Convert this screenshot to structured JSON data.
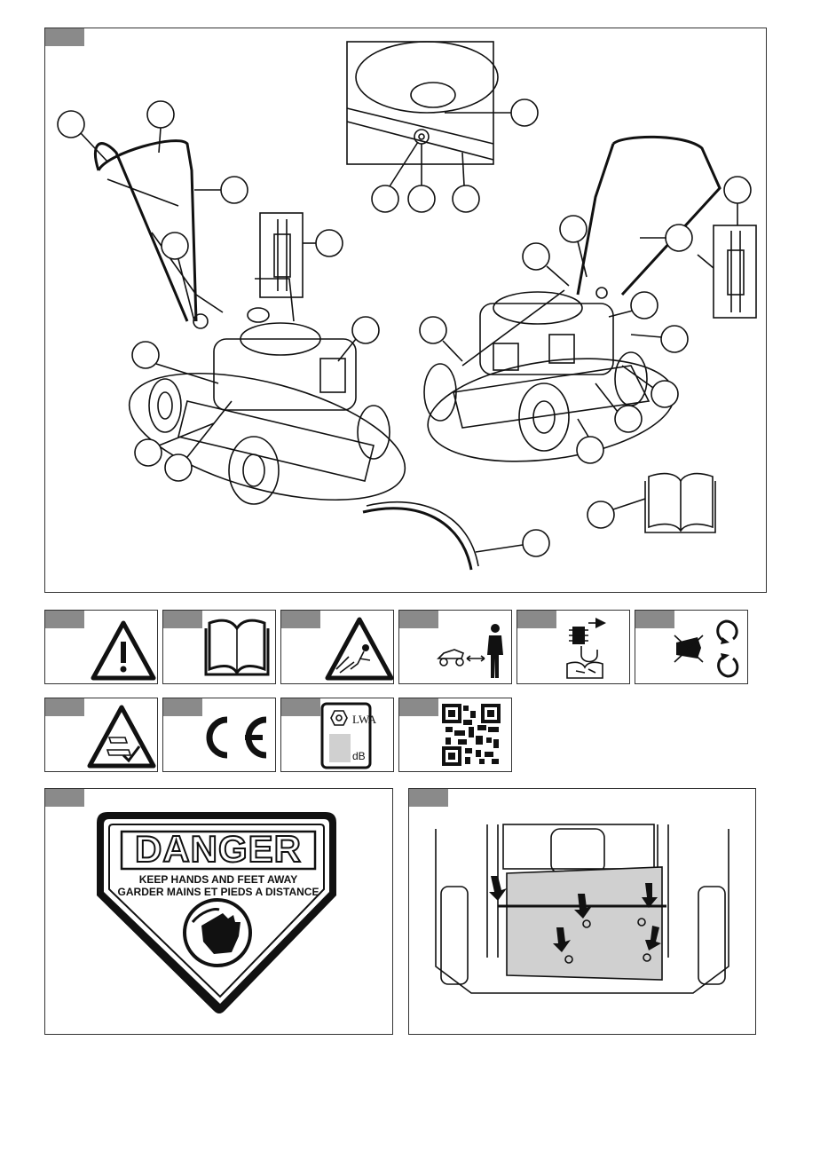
{
  "sign": {
    "title": "DANGER",
    "line1": "KEEP HANDS AND FEET AWAY",
    "line2": "GARDER MAINS ET PIEDS A DISTANCE"
  },
  "noise_label": {
    "lwa": "LWA",
    "db": "dB"
  },
  "colors": {
    "tag_grey": "#8a8a8a",
    "line": "#111111",
    "panel_grey": "#d0d0d0"
  },
  "icons": {
    "warning": "warning-triangle-icon",
    "manual": "open-book-icon",
    "thrown_objects": "thrown-objects-icon",
    "distance": "keep-distance-icon",
    "maintenance": "disconnect-spark-plug-icon",
    "blade": "rotating-blade-hand-icon",
    "foot": "foot-hazard-icon",
    "ce": "ce-mark-icon",
    "noise": "sound-power-icon",
    "qr": "qr-code-icon"
  }
}
